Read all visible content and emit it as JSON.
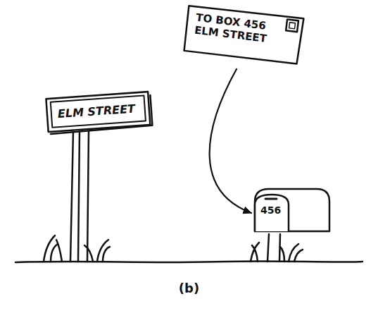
{
  "diagram": {
    "caption": "(b)",
    "nodes": [
      {
        "text": [
          "TO BOX 456 ELM STREET"
        ]
      },
      {
        "text": [
          "ELM STREET"
        ]
      },
      {
        "text": [
          "456"
        ]
      }
    ],
    "edges": [
      {
        "from": 0,
        "to": 2,
        "arrow": "to"
      }
    ]
  }
}
